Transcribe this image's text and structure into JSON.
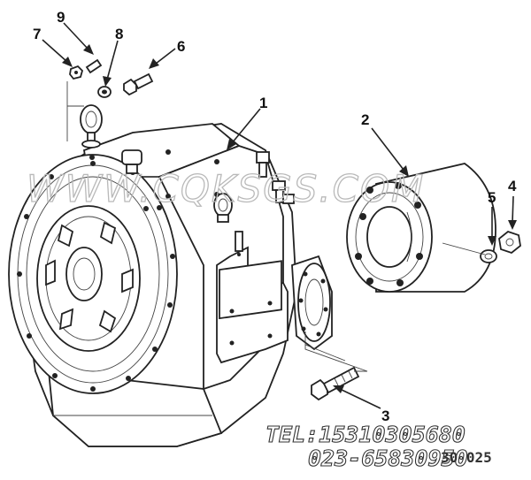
{
  "callouts": {
    "c1": "1",
    "c2": "2",
    "c3": "3",
    "c4": "4",
    "c5": "5",
    "c6": "6",
    "c7": "7",
    "c8": "8",
    "c9": "9"
  },
  "watermark": "WWW.CQKSGS.COM",
  "contact": {
    "tel": "TEL:15310305680",
    "phone": "023-65830950"
  },
  "drawing_code": "30 025"
}
